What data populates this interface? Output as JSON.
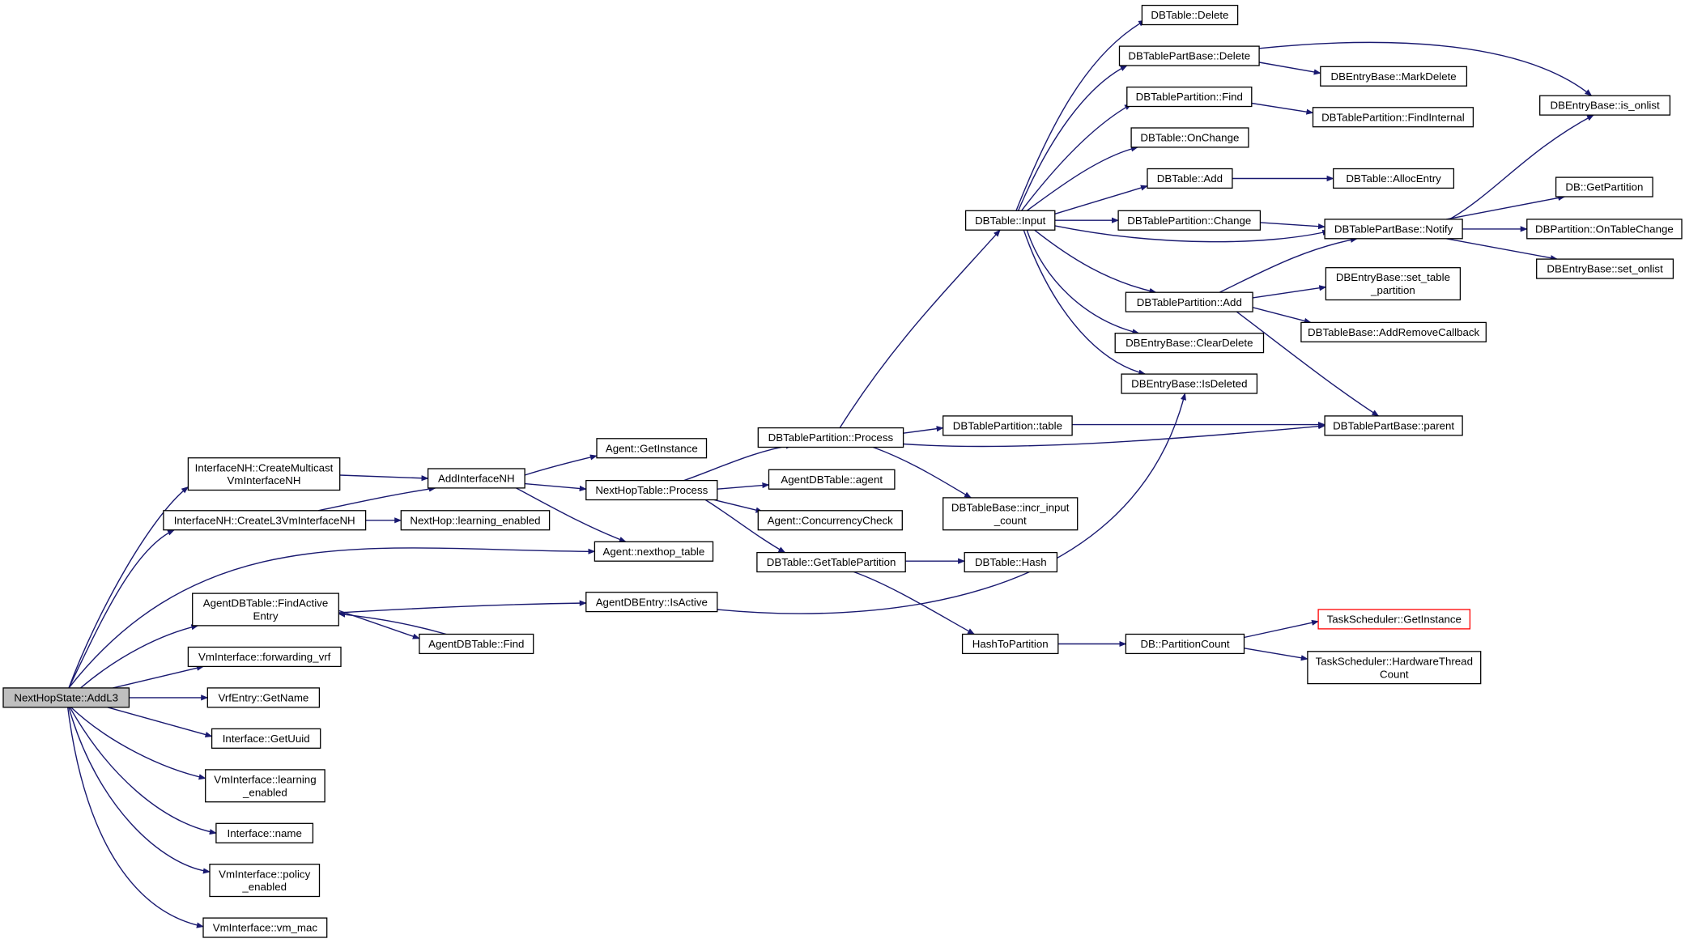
{
  "colors": {
    "edge": "#191970",
    "root_fill": "#bfbfbf",
    "highlight_border": "#ff0000",
    "border": "#000000"
  },
  "nodes": {
    "n_root": {
      "lines": [
        "NextHopState::AddL3"
      ]
    },
    "n_cmvi": {
      "lines": [
        "InterfaceNH::CreateMulticast",
        "VmInterfaceNH"
      ]
    },
    "n_cl3": {
      "lines": [
        "InterfaceNH::CreateL3VmInterfaceNH"
      ]
    },
    "n_fae": {
      "lines": [
        "AgentDBTable::FindActive",
        "Entry"
      ]
    },
    "n_fvrf": {
      "lines": [
        "VmInterface::forwarding_vrf"
      ]
    },
    "n_vrfname": {
      "lines": [
        "VrfEntry::GetName"
      ]
    },
    "n_guid": {
      "lines": [
        "Interface::GetUuid"
      ]
    },
    "n_vmlearn": {
      "lines": [
        "VmInterface::learning",
        "_enabled"
      ]
    },
    "n_ifname": {
      "lines": [
        "Interface::name"
      ]
    },
    "n_policy": {
      "lines": [
        "VmInterface::policy",
        "_enabled"
      ]
    },
    "n_vmmac": {
      "lines": [
        "VmInterface::vm_mac"
      ]
    },
    "n_addnh": {
      "lines": [
        "AddInterfaceNH"
      ]
    },
    "n_nhlearn": {
      "lines": [
        "NextHop::learning_enabled"
      ]
    },
    "n_nhtable": {
      "lines": [
        "Agent::nexthop_table"
      ]
    },
    "n_agfind": {
      "lines": [
        "AgentDBTable::Find"
      ]
    },
    "n_agginst": {
      "lines": [
        "Agent::GetInstance"
      ]
    },
    "n_nhproc": {
      "lines": [
        "NextHopTable::Process"
      ]
    },
    "n_isactive": {
      "lines": [
        "AgentDBEntry::IsActive"
      ]
    },
    "n_dbtpproc": {
      "lines": [
        "DBTablePartition::Process"
      ]
    },
    "n_agagent": {
      "lines": [
        "AgentDBTable::agent"
      ]
    },
    "n_concur": {
      "lines": [
        "Agent::ConcurrencyCheck"
      ]
    },
    "n_gtp": {
      "lines": [
        "DBTable::GetTablePartition"
      ]
    },
    "n_input": {
      "lines": [
        "DBTable::Input"
      ]
    },
    "n_tptable": {
      "lines": [
        "DBTablePartition::table"
      ]
    },
    "n_incr": {
      "lines": [
        "DBTableBase::incr_input",
        "_count"
      ]
    },
    "n_hash": {
      "lines": [
        "DBTable::Hash"
      ]
    },
    "n_h2p": {
      "lines": [
        "HashToPartition"
      ]
    },
    "n_dbdel": {
      "lines": [
        "DBTable::Delete"
      ]
    },
    "n_tpbdel": {
      "lines": [
        "DBTablePartBase::Delete"
      ]
    },
    "n_tpfind": {
      "lines": [
        "DBTablePartition::Find"
      ]
    },
    "n_onchange": {
      "lines": [
        "DBTable::OnChange"
      ]
    },
    "n_dbadd": {
      "lines": [
        "DBTable::Add"
      ]
    },
    "n_tpchange": {
      "lines": [
        "DBTablePartition::Change"
      ]
    },
    "n_tpadd": {
      "lines": [
        "DBTablePartition::Add"
      ]
    },
    "n_clrdel": {
      "lines": [
        "DBEntryBase::ClearDelete"
      ]
    },
    "n_isdel": {
      "lines": [
        "DBEntryBase::IsDeleted"
      ]
    },
    "n_pcount": {
      "lines": [
        "DB::PartitionCount"
      ]
    },
    "n_markdel": {
      "lines": [
        "DBEntryBase::MarkDelete"
      ]
    },
    "n_findint": {
      "lines": [
        "DBTablePartition::FindInternal"
      ]
    },
    "n_alloc": {
      "lines": [
        "DBTable::AllocEntry"
      ]
    },
    "n_notify": {
      "lines": [
        "DBTablePartBase::Notify"
      ]
    },
    "n_settp": {
      "lines": [
        "DBEntryBase::set_table",
        "_partition"
      ]
    },
    "n_addrm": {
      "lines": [
        "DBTableBase::AddRemoveCallback"
      ]
    },
    "n_parent": {
      "lines": [
        "DBTablePartBase::parent"
      ]
    },
    "n_tsginst": {
      "lines": [
        "TaskScheduler::GetInstance"
      ]
    },
    "n_hwtc": {
      "lines": [
        "TaskScheduler::HardwareThread",
        "Count"
      ]
    },
    "n_onlist": {
      "lines": [
        "DBEntryBase::is_onlist"
      ]
    },
    "n_getpart": {
      "lines": [
        "DB::GetPartition"
      ]
    },
    "n_ontc": {
      "lines": [
        "DBPartition::OnTableChange"
      ]
    },
    "n_setonlist": {
      "lines": [
        "DBEntryBase::set_onlist"
      ]
    }
  }
}
